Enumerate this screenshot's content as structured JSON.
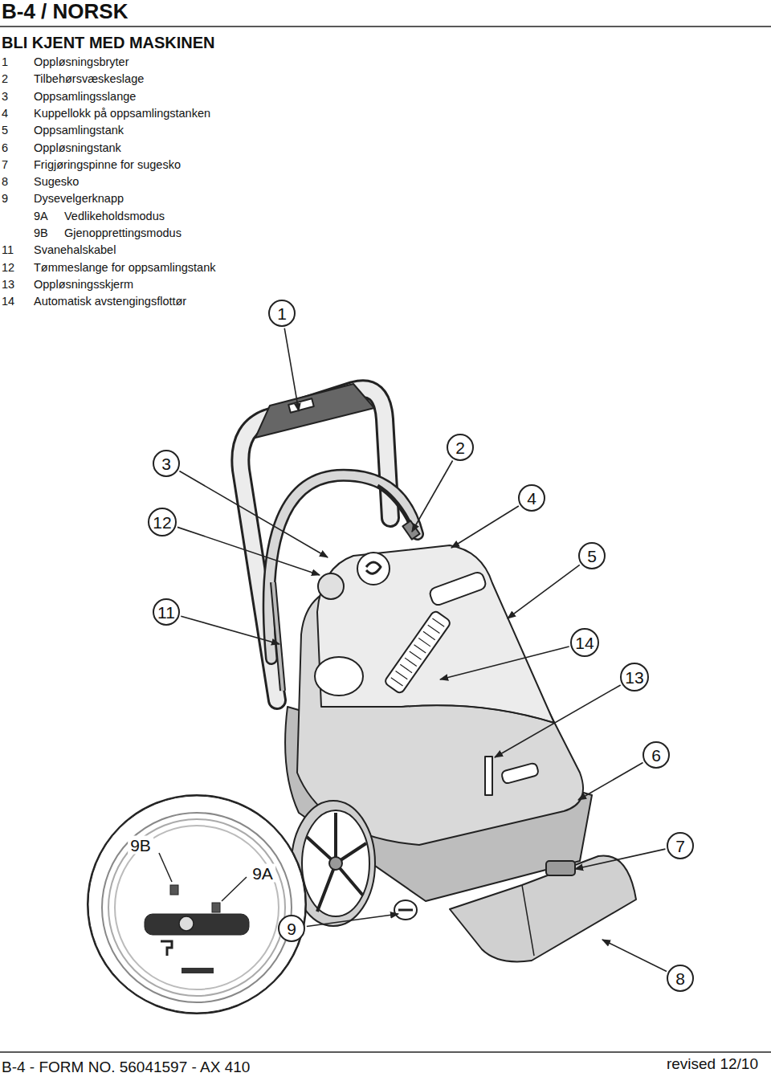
{
  "diagram": {
    "title": "BLI KJENT MED MASKINEN",
    "nodes": [
      {
        "text": [
          "1"
        ]
      },
      {
        "text": [
          "3"
        ]
      },
      {
        "text": [
          "2"
        ]
      },
      {
        "text": [
          "12"
        ]
      },
      {
        "text": [
          "4"
        ]
      },
      {
        "text": [
          "5"
        ]
      },
      {
        "text": [
          "11"
        ]
      },
      {
        "text": [
          "14"
        ]
      },
      {
        "text": [
          "13"
        ]
      },
      {
        "text": [
          "6"
        ]
      },
      {
        "text": [
          "9B",
          "9A"
        ]
      },
      {
        "text": [
          "7"
        ]
      },
      {
        "text": [
          "9"
        ]
      },
      {
        "text": [
          "8"
        ]
      }
    ],
    "labels": [
      "B-4 / NORSK",
      "1",
      "Oppløsningsbryter",
      "2",
      "Tilbehørsvæskeslage",
      "3",
      "Oppsamlingsslange",
      "4",
      "Kuppellokk på oppsamlingstanken",
      "5",
      "Oppsamlingstank",
      "6",
      "Oppløsningstank",
      "7",
      "Frigjøringspinne for sugesko",
      "8",
      "Sugesko",
      "9",
      "Dysevelgerknapp",
      "9A",
      "Vedlikeholdsmodus",
      "9B",
      "Gjenopprettingsmodus",
      "11",
      "Svanehalskabel",
      "12",
      "Tømmeslange for oppsamlingstank",
      "13",
      "Oppløsningsskjerm",
      "14",
      "Automatisk avstengingsflottør",
      "B-4 - FORM NO. 56041597 - AX 410",
      "revised 12/10"
    ]
  }
}
